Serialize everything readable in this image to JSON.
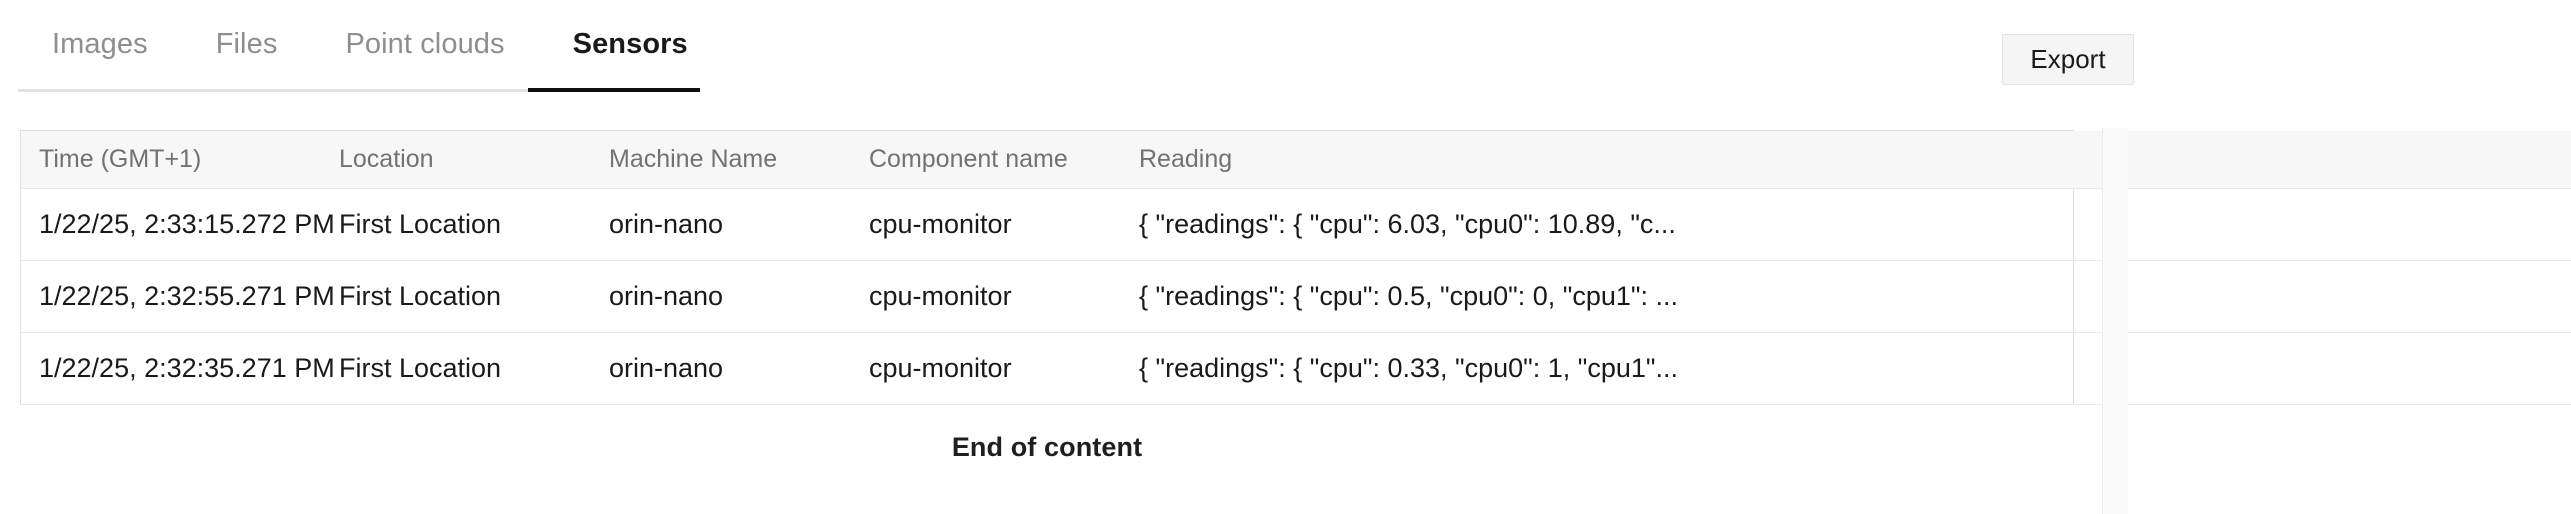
{
  "tabs": {
    "items": [
      {
        "label": "Images",
        "active": false
      },
      {
        "label": "Files",
        "active": false
      },
      {
        "label": "Point clouds",
        "active": false
      },
      {
        "label": "Sensors",
        "active": true
      }
    ]
  },
  "toolbar": {
    "export_label": "Export"
  },
  "table": {
    "columns": [
      "Time (GMT+1)",
      "Location",
      "Machine Name",
      "Component name",
      "Reading"
    ],
    "rows": [
      {
        "time": "1/22/25, 2:33:15.272 PM",
        "location": "First Location",
        "machine_name": "orin-nano",
        "component_name": "cpu-monitor",
        "reading": "{ \"readings\": { \"cpu\": 6.03, \"cpu0\": 10.89, \"c..."
      },
      {
        "time": "1/22/25, 2:32:55.271 PM",
        "location": "First Location",
        "machine_name": "orin-nano",
        "component_name": "cpu-monitor",
        "reading": "{ \"readings\": { \"cpu\": 0.5, \"cpu0\": 0, \"cpu1\": ..."
      },
      {
        "time": "1/22/25, 2:32:35.271 PM",
        "location": "First Location",
        "machine_name": "orin-nano",
        "component_name": "cpu-monitor",
        "reading": "{ \"readings\": { \"cpu\": 0.33, \"cpu0\": 1, \"cpu1\"..."
      }
    ]
  },
  "footer": {
    "end_of_content": "End of content"
  },
  "colors": {
    "active_tab": "#0f0f0f",
    "inactive_tab": "#8e8e8e",
    "header_bg": "#f7f7f7",
    "header_text": "#6f7276",
    "border": "#dcdfe3",
    "button_bg": "#f5f5f5"
  }
}
